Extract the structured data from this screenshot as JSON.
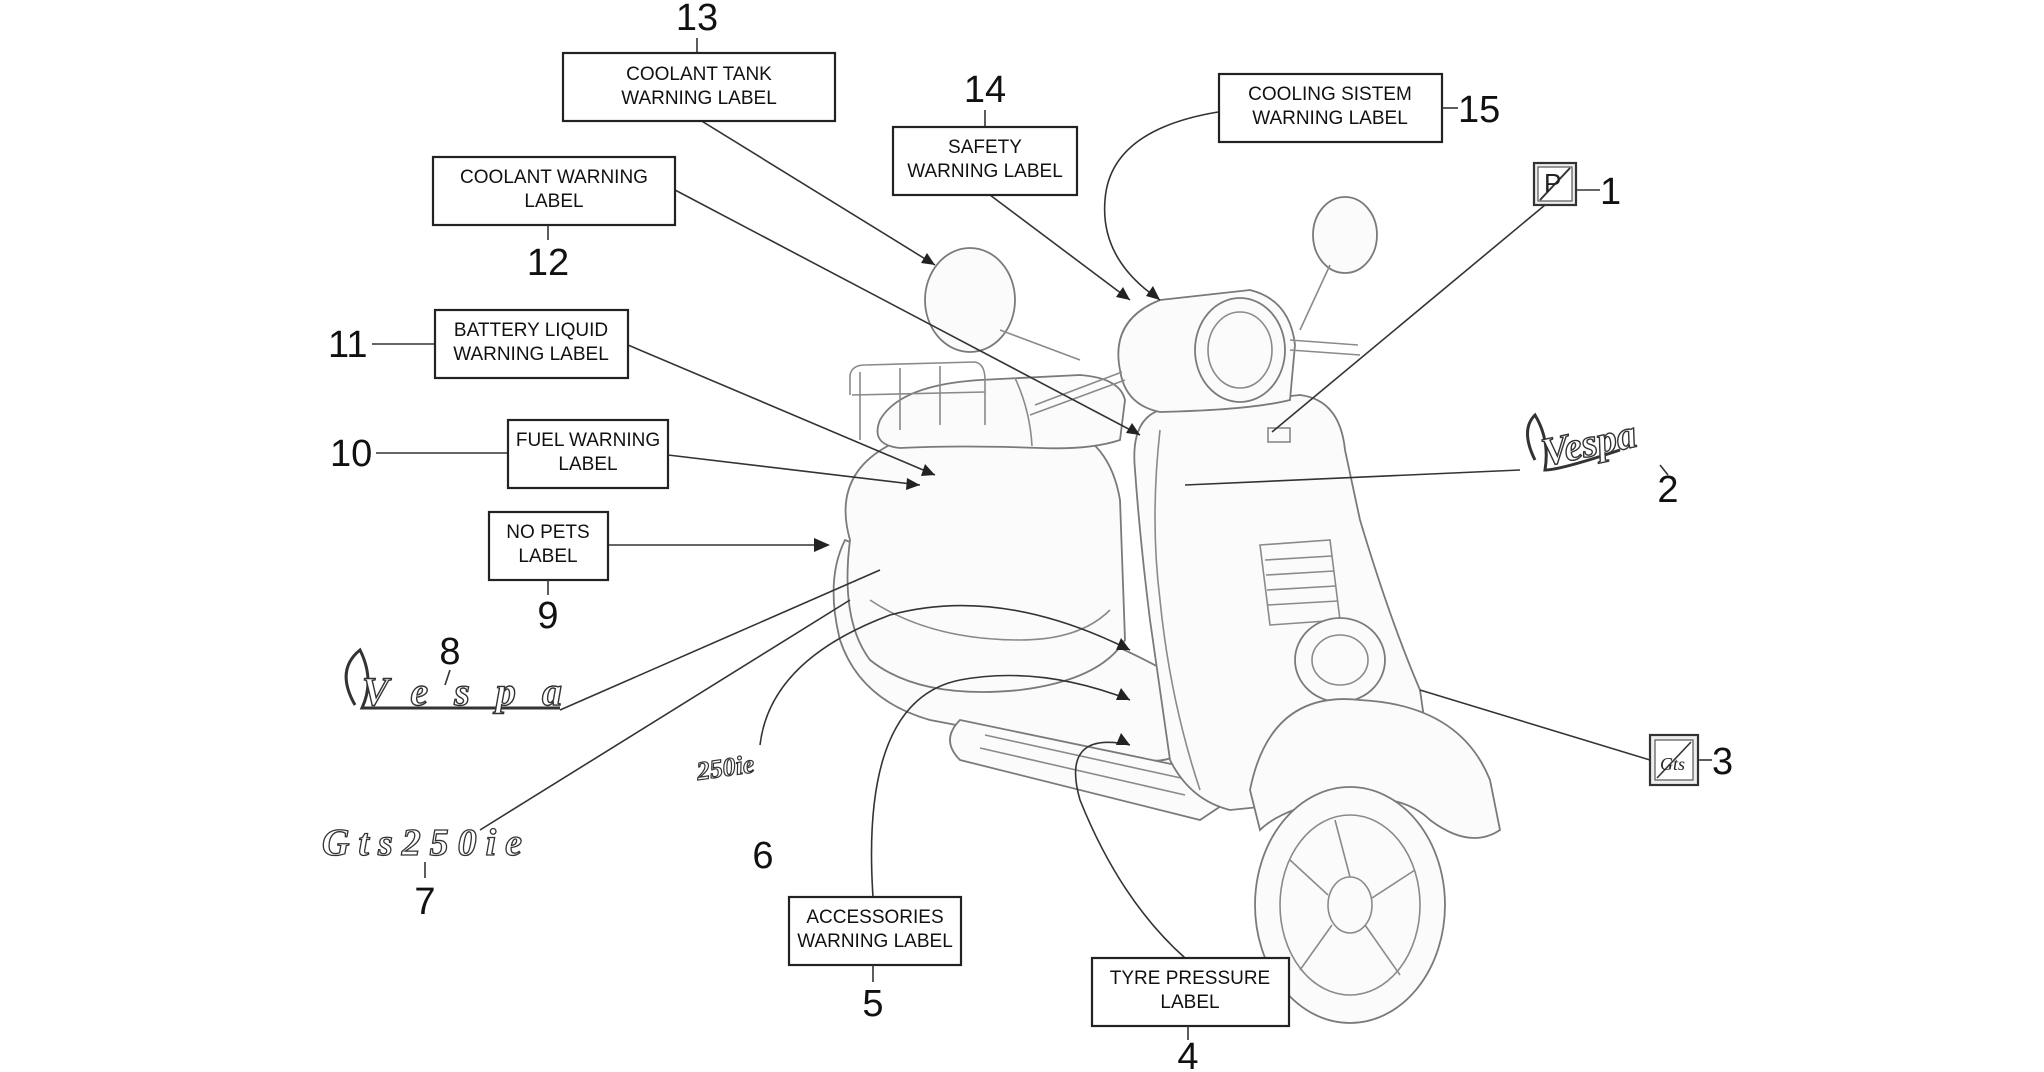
{
  "callouts": [
    {
      "num": "1",
      "lines": []
    },
    {
      "num": "2",
      "lines": []
    },
    {
      "num": "3",
      "lines": []
    },
    {
      "num": "4",
      "lines": [
        "TYRE PRESSURE",
        "LABEL"
      ]
    },
    {
      "num": "5",
      "lines": [
        "ACCESSORIES",
        "WARNING LABEL"
      ]
    },
    {
      "num": "6",
      "lines": []
    },
    {
      "num": "7",
      "lines": []
    },
    {
      "num": "8",
      "lines": []
    },
    {
      "num": "9",
      "lines": [
        "NO PETS",
        "LABEL"
      ]
    },
    {
      "num": "10",
      "lines": [
        "FUEL WARNING",
        "LABEL"
      ]
    },
    {
      "num": "11",
      "lines": [
        "BATTERY LIQUID",
        "WARNING LABEL"
      ]
    },
    {
      "num": "12",
      "lines": [
        "COOLANT WARNING",
        "LABEL"
      ]
    },
    {
      "num": "13",
      "lines": [
        "COOLANT TANK",
        "WARNING LABEL"
      ]
    },
    {
      "num": "14",
      "lines": [
        "SAFETY",
        "WARNING LABEL"
      ]
    },
    {
      "num": "15",
      "lines": [
        "COOLING SISTEM",
        "WARNING LABEL"
      ]
    }
  ],
  "decals": {
    "p_badge": "P",
    "gts_badge": "Gts",
    "vespa_logo": "Vespa",
    "engine_logo": "250ie",
    "gts_logo": "Gts250ie"
  }
}
